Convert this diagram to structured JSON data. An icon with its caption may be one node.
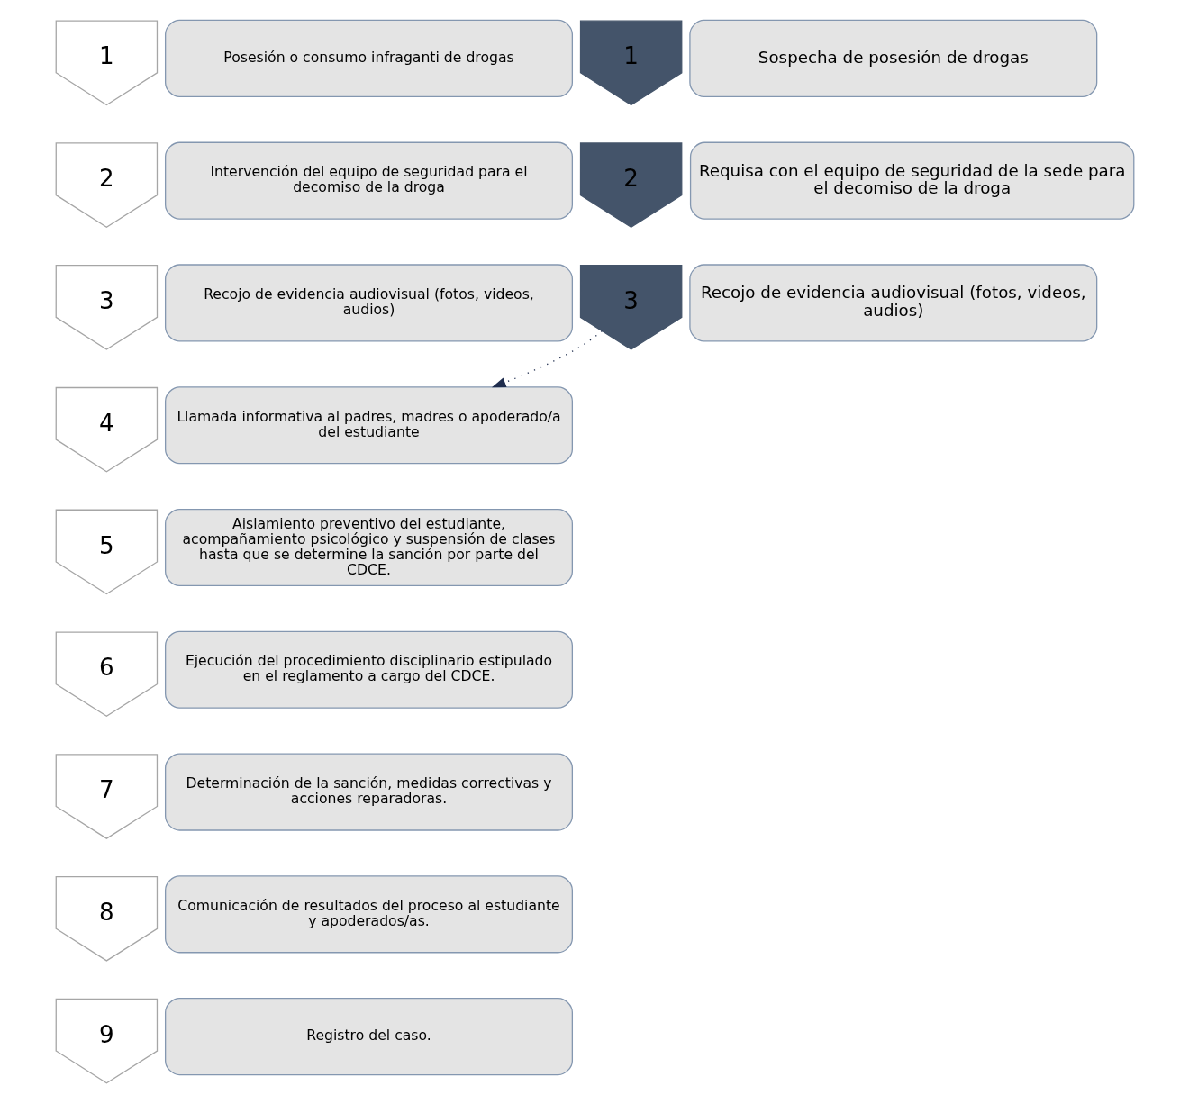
{
  "diagram": {
    "nodes": [
      {
        "text": [
          "1"
        ]
      },
      {
        "text": [
          "Posesión o consumo infraganti de drogas"
        ]
      },
      {
        "text": [
          "2"
        ]
      },
      {
        "text": [
          "Intervención del equipo de seguridad para el decomiso de la droga"
        ]
      },
      {
        "text": [
          "3"
        ]
      },
      {
        "text": [
          "Recojo de evidencia audiovisual (fotos, videos, audios)"
        ]
      },
      {
        "text": [
          "4"
        ]
      },
      {
        "text": [
          "Llamada informativa al padres, madres o apoderado/a del estudiante"
        ]
      },
      {
        "text": [
          "5"
        ]
      },
      {
        "text": [
          "Aislamiento preventivo del estudiante, acompañamiento psicológico y suspensión de clases hasta que se determine la sanción por parte del CDCE."
        ]
      },
      {
        "text": [
          "6"
        ]
      },
      {
        "text": [
          "Ejecución del procedimiento disciplinario estipulado en el reglamento a cargo del CDCE."
        ]
      },
      {
        "text": [
          "7"
        ]
      },
      {
        "text": [
          "Determinación de la sanción, medidas correctivas y acciones reparadoras."
        ]
      },
      {
        "text": [
          "8"
        ]
      },
      {
        "text": [
          "Comunicación de resultados del proceso al estudiante y apoderados/as."
        ]
      },
      {
        "text": [
          "9"
        ]
      },
      {
        "text": [
          "Registro del caso."
        ]
      },
      {
        "text": [
          "1"
        ]
      },
      {
        "text": [
          "Sospecha de posesión de drogas"
        ]
      },
      {
        "text": [
          "2"
        ]
      },
      {
        "text": [
          "Requisa con el equipo de seguridad de la sede para el decomiso de la droga"
        ]
      },
      {
        "text": [
          "3"
        ]
      },
      {
        "text": [
          "Recojo de evidencia audiovisual (fotos, videos, audios)"
        ]
      }
    ],
    "edges": [
      {
        "from": 22,
        "to": 7,
        "arrow": "to",
        "style": "dashed"
      }
    ]
  }
}
